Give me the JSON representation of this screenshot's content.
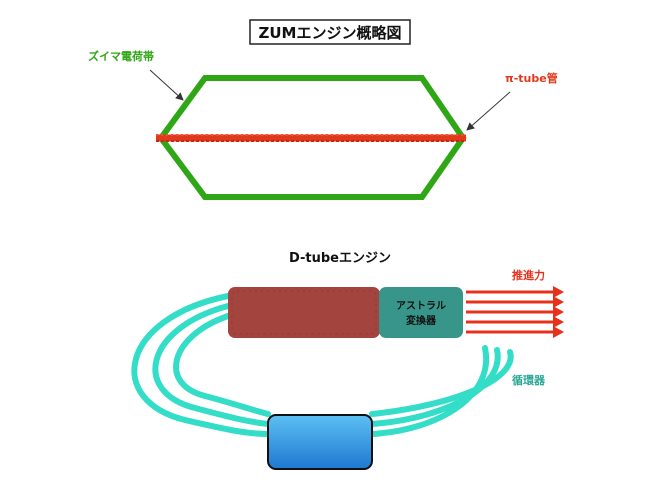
{
  "zum": {
    "title": "ZUMエンジン概略図",
    "label_left": "ズイマ電荷帯",
    "label_right": "π-tube管",
    "colors": {
      "hex_stroke": "#2fa616",
      "tube": "#e03a1c",
      "label_left": "#2fa616",
      "label_right": "#e03a1c"
    }
  },
  "dtube": {
    "title": "D-tubeエンジン",
    "converter_line1": "アストラル",
    "converter_line2": "変換器",
    "thrust_label": "推進力",
    "loop_label": "循環器",
    "colors": {
      "chamber": "#a4443f",
      "converter": "#379689",
      "loop": "#33ddc8",
      "thrust": "#e8311c",
      "tank_top": "#4fb7f0",
      "tank_bottom": "#1f7fd6",
      "thrust_label": "#e8311c",
      "loop_label": "#2aa896"
    }
  }
}
